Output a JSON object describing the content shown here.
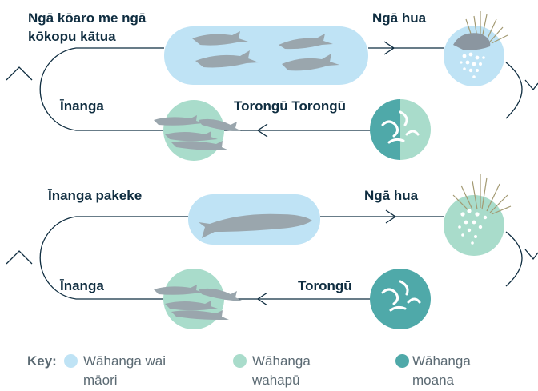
{
  "top_cycle": {
    "adult_label_line1": "Ngā kōaro me ngā",
    "adult_label_line2": "kōkopu kātua",
    "eggs_label": "Ngā hua",
    "larvae_label": "Torongū Torongū",
    "juvenile_label": "Īnanga"
  },
  "bottom_cycle": {
    "adult_label": "Īnanga pakeke",
    "eggs_label": "Ngā hua",
    "larvae_label": "Torongū",
    "juvenile_label": "Īnanga"
  },
  "key": {
    "title": "Key:",
    "items": [
      {
        "line1": "Wāhanga wai",
        "line2": "māori",
        "color": "#bfe3f5"
      },
      {
        "line1": "Wāhanga",
        "line2": "wahapū",
        "color": "#a9dccb"
      },
      {
        "line1": "Wāhanga",
        "line2": "moana",
        "color": "#4fa9a9"
      }
    ]
  },
  "colors": {
    "line": "#0f2d40",
    "freshwater": "#bfe3f5",
    "estuary": "#a9dccb",
    "marine": "#4fa9a9",
    "fish": "#9aa6ad",
    "label": "#0f2d40",
    "key_text": "#5b6a73"
  }
}
